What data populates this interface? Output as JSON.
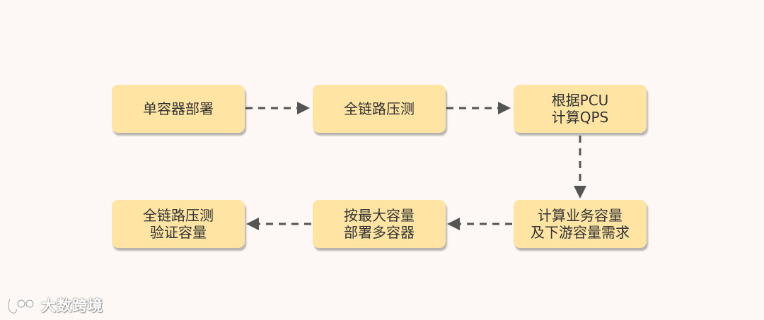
{
  "colors": {
    "background": "#fdf8f5",
    "node_fill": "#ffe4a3",
    "text": "#333333",
    "arrow": "#555555"
  },
  "nodes": [
    {
      "id": "n1",
      "label": "单容器部署"
    },
    {
      "id": "n2",
      "label": "全链路压测"
    },
    {
      "id": "n3",
      "label": "根据PCU\n计算QPS"
    },
    {
      "id": "n4",
      "label": "计算业务容量\n及下游容量需求"
    },
    {
      "id": "n5",
      "label": "按最大容量\n部署多容器"
    },
    {
      "id": "n6",
      "label": "全链路压测\n验证容量"
    }
  ],
  "edges": [
    {
      "from": "n1",
      "to": "n2",
      "style": "dashed"
    },
    {
      "from": "n2",
      "to": "n3",
      "style": "dashed"
    },
    {
      "from": "n3",
      "to": "n4",
      "style": "dashed"
    },
    {
      "from": "n4",
      "to": "n5",
      "style": "dashed"
    },
    {
      "from": "n5",
      "to": "n6",
      "style": "dashed"
    }
  ],
  "watermark": {
    "text": "大数跨境",
    "icon": "brand-logo-icon"
  }
}
